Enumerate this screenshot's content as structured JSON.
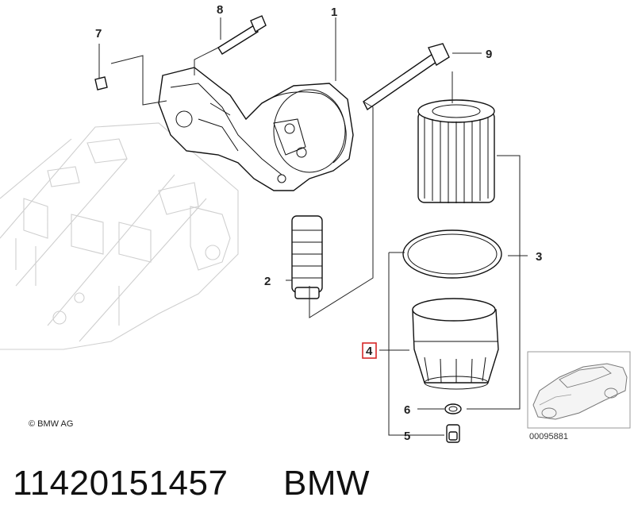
{
  "callouts": {
    "c1": "1",
    "c2": "2",
    "c3": "3",
    "c4": "4",
    "c5": "5",
    "c6": "6",
    "c7": "7",
    "c8": "8",
    "c9": "9"
  },
  "highlight_color": "#d62828",
  "copyright": "© BMW AG",
  "thumbnail_caption": "00095881",
  "footer": {
    "part_number": "11420151457",
    "brand": "BMW"
  }
}
